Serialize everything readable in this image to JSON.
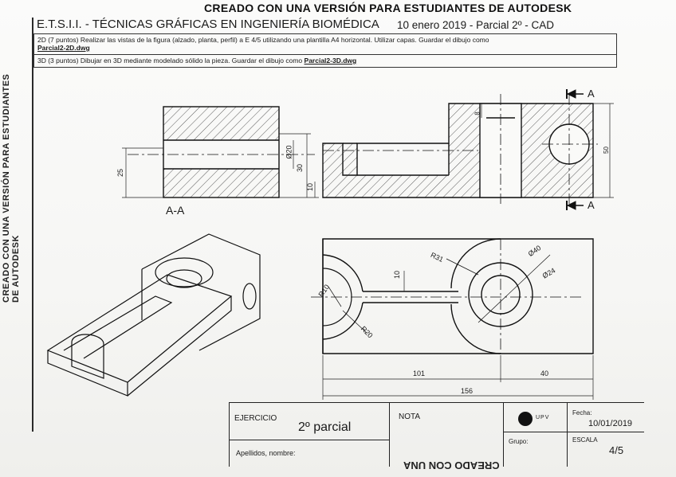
{
  "watermark": {
    "top": "CREADO CON UNA VERSIÓN PARA ESTUDIANTES DE AUTODESK",
    "side": "CREADO CON UNA VERSIÓN PARA ESTUDIANTES DE AUTODESK",
    "bottom": "CREADO CON UNA"
  },
  "header": {
    "school": "E.T.S.I.I. - TÉCNICAS GRÁFICAS EN INGENIERÍA BIOMÉDICA",
    "exam": "10 enero 2019 - Parcial 2º - CAD"
  },
  "tasks": [
    {
      "text": "2D (7 puntos) Realizar las vistas de la figura (alzado, planta, perfil) a E 4/5 utilizando una plantilla A4 horizontal. Utilizar capas. Guardar el dibujo como ",
      "file": "Parcial2-2D.dwg"
    },
    {
      "text": "3D (3 puntos) Dibujar en 3D mediante modelado sólido la pieza. Guardar el dibujo como ",
      "file": "Parcial2-3D.dwg"
    }
  ],
  "section": {
    "label": "A-A",
    "arrow_top": "A",
    "arrow_bottom": "A"
  },
  "dimensions": {
    "side_25": "25",
    "dia20": "Ø20",
    "h30": "30",
    "h10": "10",
    "top8": "8",
    "h50": "50",
    "r31": "R31",
    "d40": "Ø40",
    "d24": "Ø24",
    "w10": "10",
    "r10": "R10",
    "r20": "R20",
    "l101": "101",
    "l40": "40",
    "l156": "156"
  },
  "title_block": {
    "ejercicio_label": "EJERCICIO",
    "ejercicio_value": "2º parcial",
    "nota_label": "NOTA",
    "logo_text": "UPV",
    "fecha_label": "Fecha:",
    "fecha_value": "10/01/2019",
    "grupo_label": "Grupo:",
    "escala_label": "ESCALA",
    "escala_value": "4/5",
    "apellidos_label": "Apellidos, nombre:"
  }
}
